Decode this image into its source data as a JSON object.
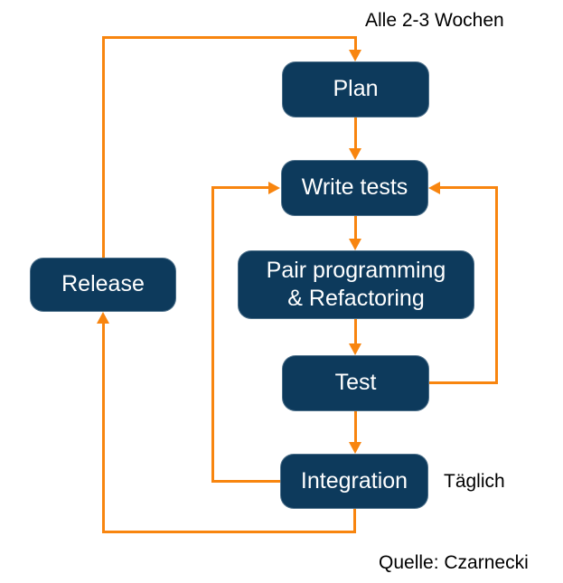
{
  "diagram": {
    "cycle_annotation": "Alle 2-3 Wochen",
    "daily_annotation": "Täglich",
    "source_annotation": "Quelle: Czarnecki"
  },
  "nodes": {
    "plan": {
      "label": "Plan"
    },
    "write_tests": {
      "label": "Write tests"
    },
    "pair_programming": {
      "label": "Pair programming\n& Refactoring"
    },
    "test": {
      "label": "Test"
    },
    "integration": {
      "label": "Integration"
    },
    "release": {
      "label": "Release"
    }
  },
  "edges": [
    {
      "from": "Plan",
      "to": "Write tests"
    },
    {
      "from": "Write tests",
      "to": "Pair programming & Refactoring"
    },
    {
      "from": "Pair programming & Refactoring",
      "to": "Test"
    },
    {
      "from": "Test",
      "to": "Write tests"
    },
    {
      "from": "Test",
      "to": "Integration"
    },
    {
      "from": "Integration",
      "to": "Write tests"
    },
    {
      "from": "Integration",
      "to": "Release"
    },
    {
      "from": "Release",
      "to": "Plan"
    }
  ],
  "colors": {
    "node_bg": "#0d3a5c",
    "node_text": "#ffffff",
    "arrow": "#f8850f",
    "text": "#000000",
    "background": "#ffffff"
  }
}
